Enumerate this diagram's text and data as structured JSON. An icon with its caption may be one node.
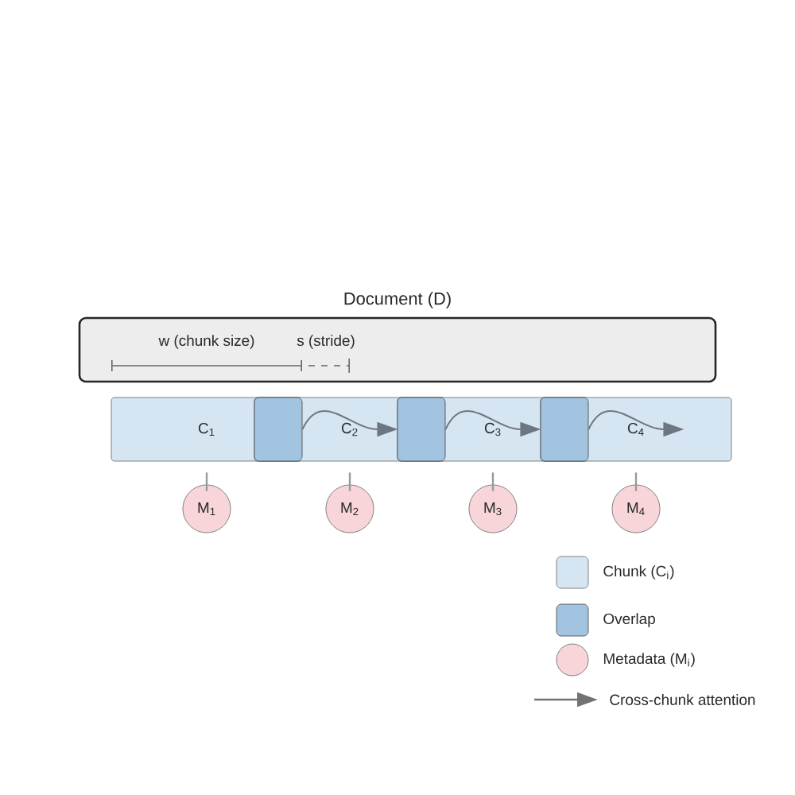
{
  "diagram": {
    "nodes": [
      {
        "text": [
          "Document (D)"
        ]
      },
      {
        "text": [
          "C$_{1}$"
        ]
      },
      {
        "text": [],
        "shape": "box"
      },
      {
        "text": [
          "C$_{2}$"
        ]
      },
      {
        "text": [],
        "shape": "box"
      },
      {
        "text": [
          "C$_{3}$"
        ]
      },
      {
        "text": [],
        "shape": "box"
      },
      {
        "text": [
          "C$_{4}$"
        ]
      },
      {
        "text": [
          "M$_{1}$"
        ]
      },
      {
        "text": [
          "M$_{2}$"
        ]
      },
      {
        "text": [
          "M$_{3}$"
        ]
      },
      {
        "text": [
          "M$_{4}$"
        ]
      }
    ],
    "edges": [
      {
        "from": 2,
        "to": 3,
        "arrow": "to",
        "color": "#6e7681"
      },
      {
        "from": 4,
        "to": 5,
        "arrow": "to",
        "color": "#6e7681"
      },
      {
        "from": 6,
        "to": 7,
        "arrow": "to",
        "color": "#6e7681"
      },
      {
        "from": 1,
        "to": 8,
        "arrow": "none"
      },
      {
        "from": 3,
        "to": 9,
        "arrow": "none"
      },
      {
        "from": 5,
        "to": 10,
        "arrow": "none"
      },
      {
        "from": 7,
        "to": 11,
        "arrow": "none"
      }
    ],
    "labels": [
      "w (chunk size)",
      "s (stride)"
    ],
    "legend": [
      {
        "text": "Chunk (C$_{i}$)",
        "color": "#d5e5f1"
      },
      {
        "text": "Overlap",
        "color": "#a2c4e0"
      },
      {
        "text": "Metadata (M$_{i}$)",
        "color": "#f7d5d9"
      },
      {
        "text": "Cross-chunk attention"
      }
    ]
  }
}
